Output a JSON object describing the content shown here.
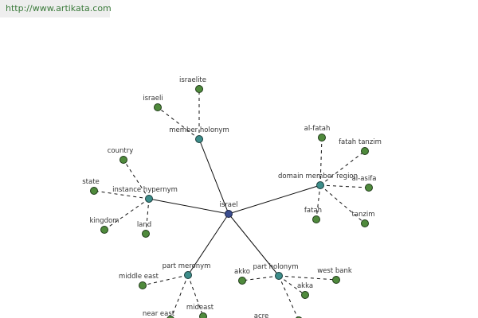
{
  "url": "http://www.artikata.com",
  "colors": {
    "leaf_node": "#4f8a3c",
    "relation_node": "#3d8d8a",
    "root_node": "#3b4d8f",
    "url_text": "#3a7a3a"
  },
  "graph": {
    "root": "israel",
    "relations": [
      {
        "label": "member holonym",
        "leaves": [
          "israelite",
          "israeli"
        ]
      },
      {
        "label": "domain member region",
        "leaves": [
          "al-fatah",
          "fatah tanzim",
          "al-asifa",
          "fatah",
          "tanzim"
        ]
      },
      {
        "label": "instance hypernym",
        "leaves": [
          "country",
          "state",
          "kingdom",
          "land"
        ]
      },
      {
        "label": "part meronym",
        "leaves": [
          "middle east",
          "near east",
          "mideast"
        ]
      },
      {
        "label": "part holonym",
        "leaves": [
          "akko",
          "west bank",
          "akka",
          "acre"
        ]
      }
    ]
  }
}
